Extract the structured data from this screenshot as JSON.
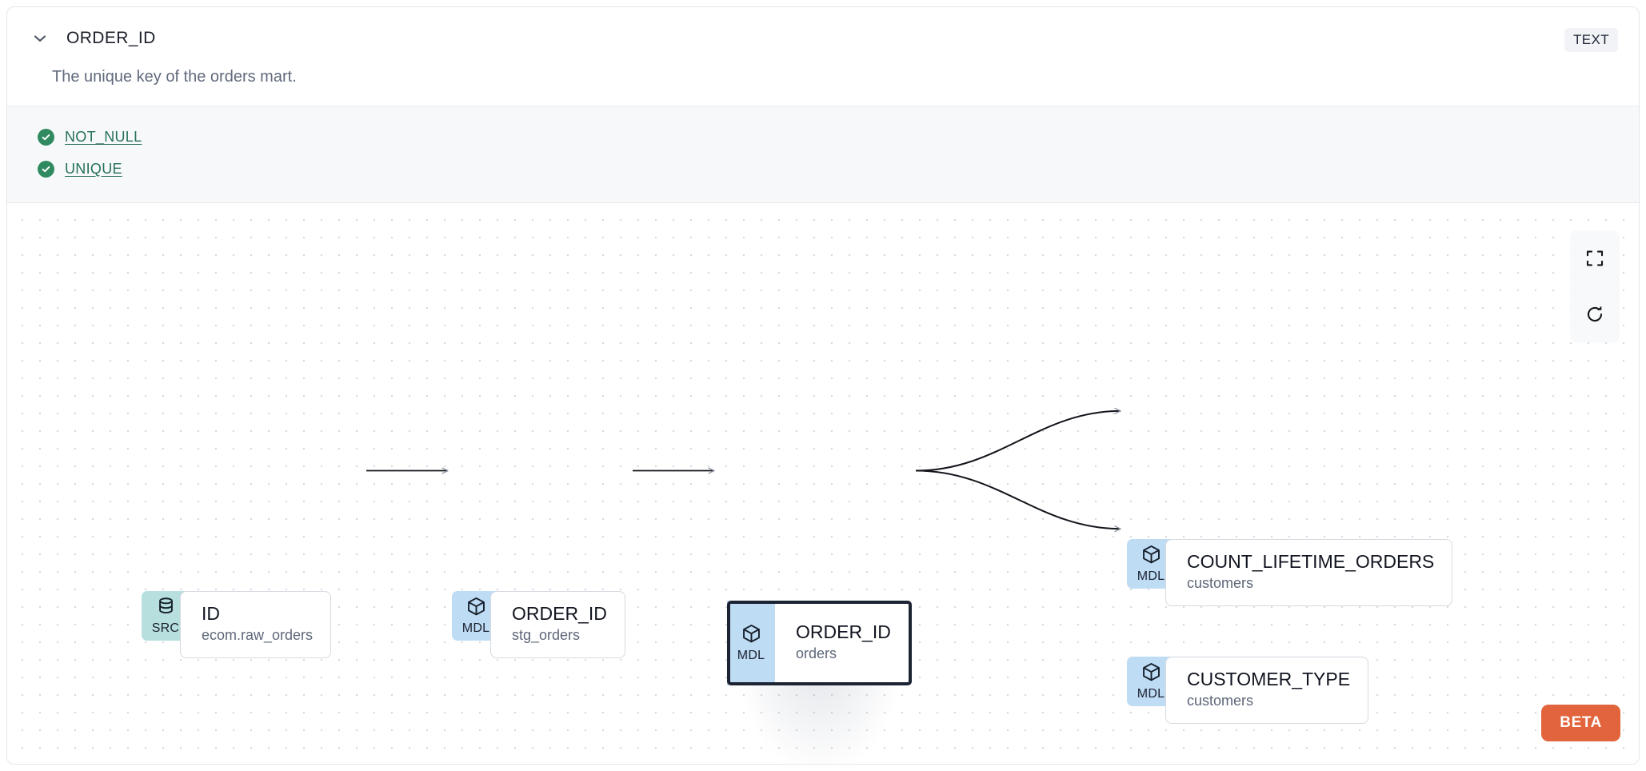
{
  "header": {
    "collapse_icon": "chevron-down-icon",
    "column_name": "ORDER_ID",
    "data_type": "TEXT",
    "description": "The unique key of the orders mart."
  },
  "tests": [
    {
      "status_icon": "check-circle-icon",
      "label": "NOT_NULL"
    },
    {
      "status_icon": "check-circle-icon",
      "label": "UNIQUE"
    }
  ],
  "lineage": {
    "controls": [
      {
        "name": "fullscreen-icon",
        "label": ""
      },
      {
        "name": "refresh-icon",
        "label": ""
      }
    ],
    "beta_label": "BETA",
    "nodes": [
      {
        "id": "src-id",
        "kind": "SRC",
        "kind_icon": "database-icon",
        "name": "ID",
        "resource": "ecom.raw_orders",
        "selected": false
      },
      {
        "id": "stg-order-id",
        "kind": "MDL",
        "kind_icon": "cube-icon",
        "name": "ORDER_ID",
        "resource": "stg_orders",
        "selected": false
      },
      {
        "id": "orders-order-id",
        "kind": "MDL",
        "kind_icon": "cube-icon",
        "name": "ORDER_ID",
        "resource": "orders",
        "selected": true
      },
      {
        "id": "count-lifetime-orders",
        "kind": "MDL",
        "kind_icon": "cube-icon",
        "name": "COUNT_LIFETIME_ORDERS",
        "resource": "customers",
        "selected": false
      },
      {
        "id": "customer-type",
        "kind": "MDL",
        "kind_icon": "cube-icon",
        "name": "CUSTOMER_TYPE",
        "resource": "customers",
        "selected": false
      }
    ],
    "edges": [
      {
        "from": "src-id",
        "to": "stg-order-id"
      },
      {
        "from": "stg-order-id",
        "to": "orders-order-id"
      },
      {
        "from": "orders-order-id",
        "to": "count-lifetime-orders"
      },
      {
        "from": "orders-order-id",
        "to": "customer-type"
      }
    ]
  },
  "colors": {
    "mdl_badge": "#bfdcf5",
    "src_badge": "#b6dfdd",
    "test_pass": "#2f8a60",
    "test_link": "#25705c",
    "beta": "#e1643c",
    "selected_border": "#1c2333"
  }
}
